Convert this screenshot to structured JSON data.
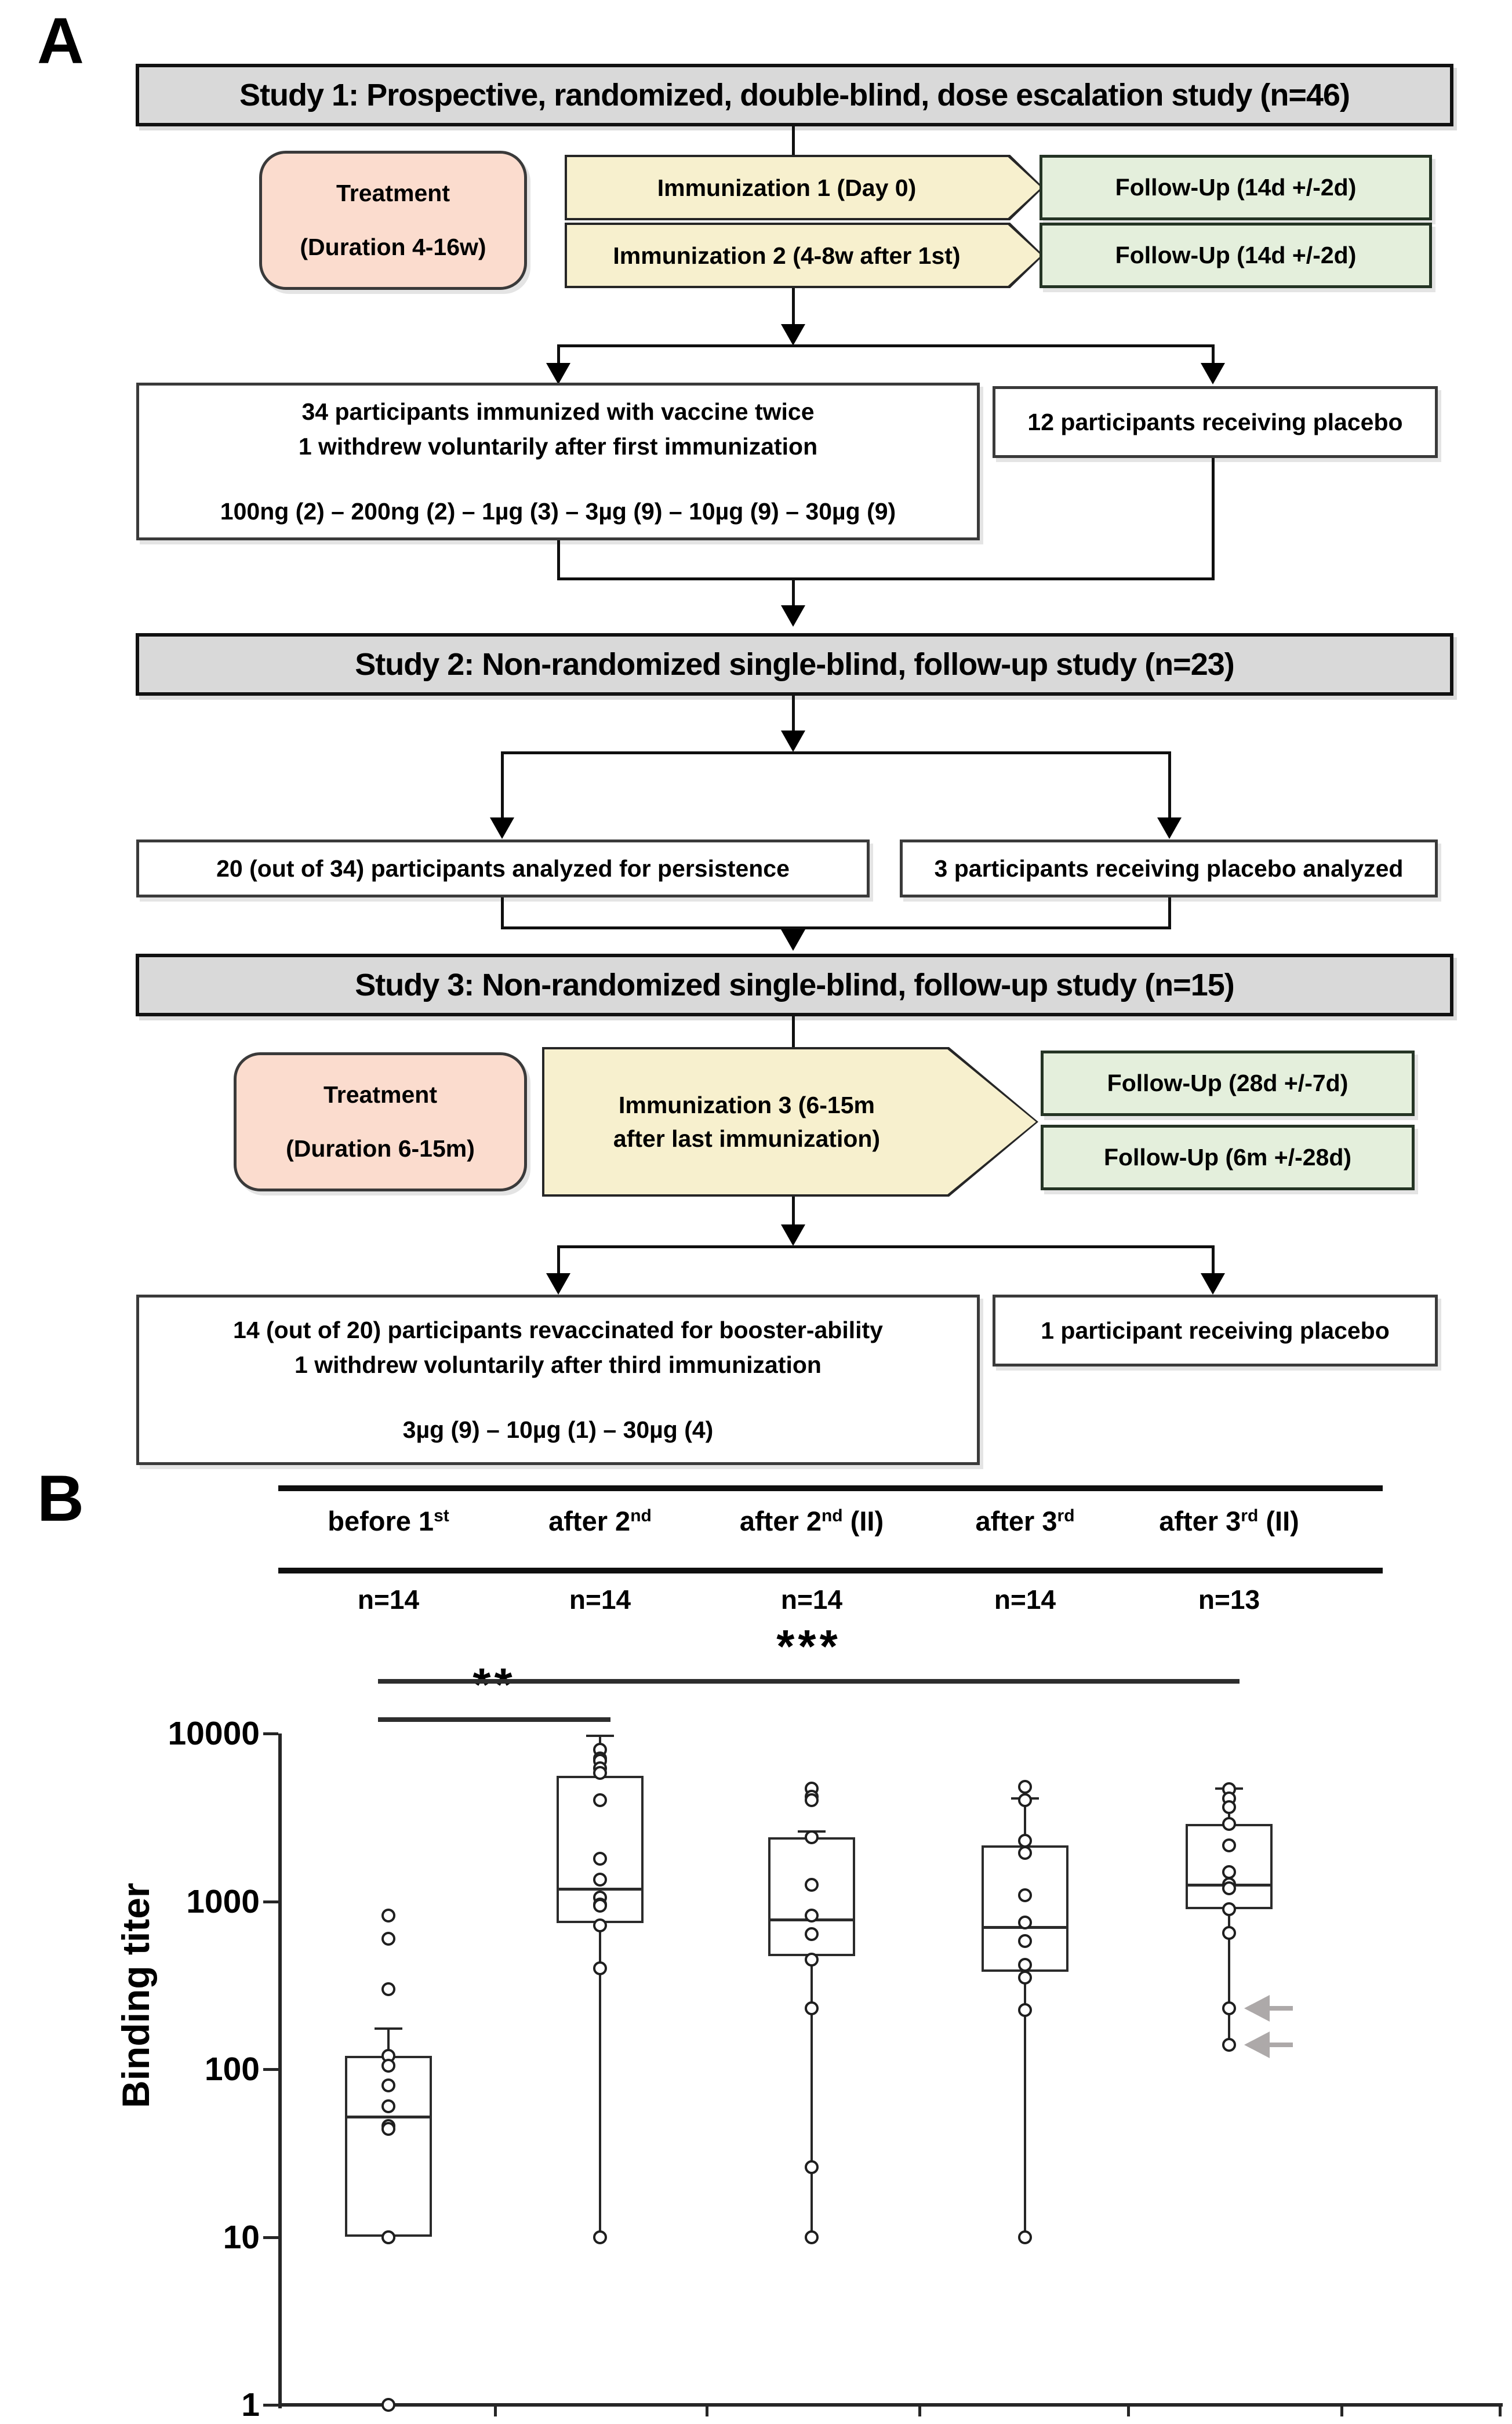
{
  "panel_a": {
    "label": "A",
    "study1": {
      "title": "Study 1: Prospective, randomized, double-blind, dose escalation study (n=46)",
      "treatment_line1": "Treatment",
      "treatment_line2": "(Duration 4-16w)",
      "immunization1": "Immunization 1 (Day 0)",
      "followup1": "Follow-Up (14d +/-2d)",
      "immunization2": "Immunization 2 (4-8w after 1st)",
      "followup2": "Follow-Up (14d +/-2d)",
      "vaccine_line1": "34 participants immunized with vaccine twice",
      "vaccine_line2": "1 withdrew voluntarily after first immunization",
      "vaccine_line3": "100ng (2) – 200ng (2) – 1µg (3) – 3µg (9) – 10µg (9) – 30µg (9)",
      "placebo": "12 participants receiving placebo"
    },
    "study2": {
      "title": "Study 2: Non-randomized single-blind, follow-up study (n=23)",
      "left": "20 (out of 34) participants analyzed for persistence",
      "right": "3 participants receiving placebo analyzed"
    },
    "study3": {
      "title": "Study 3: Non-randomized single-blind, follow-up study (n=15)",
      "treatment_line1": "Treatment",
      "treatment_line2": "(Duration 6-15m)",
      "immunization3_line1": "Immunization 3  (6-15m",
      "immunization3_line2": "after last immunization)",
      "followup1": "Follow-Up (28d +/-7d)",
      "followup2": "Follow-Up (6m +/-28d)",
      "vaccine_line1": "14 (out of 20) participants revaccinated for booster-ability",
      "vaccine_line2": "1 withdrew voluntarily after third immunization",
      "vaccine_line3": "3µg (9) – 10µg (1) – 30µg (4)",
      "placebo": "1 participant receiving placebo"
    }
  },
  "panel_b": {
    "label": "B",
    "columns": [
      {
        "pre": "before 1",
        "sup": "st",
        "post": "",
        "n": "n=14"
      },
      {
        "pre": "after 2",
        "sup": "nd",
        "post": "",
        "n": "n=14"
      },
      {
        "pre": "after 2",
        "sup": "nd",
        "post": " (II)",
        "n": "n=14"
      },
      {
        "pre": "after 3",
        "sup": "rd",
        "post": "",
        "n": "n=14"
      },
      {
        "pre": "after 3",
        "sup": "rd",
        "post": " (II)",
        "n": "n=13"
      }
    ]
  },
  "chart_data": {
    "type": "box",
    "title": "",
    "xlabel": "",
    "ylabel": "Binding titer",
    "yscale": "log",
    "ylim": [
      1,
      10000
    ],
    "yticks": [
      10000,
      1000,
      100,
      10,
      1
    ],
    "grid": false,
    "categories": [
      "before 1st",
      "after 2nd",
      "after 2nd (II)",
      "after 3rd",
      "after 3rd (II)"
    ],
    "group_sizes": [
      "n=14",
      "n=14",
      "n=14",
      "n=14",
      "n=13"
    ],
    "boxes": [
      {
        "whisker_low": 10,
        "q1": 10,
        "median": 52,
        "q3": 120,
        "whisker_high": 175
      },
      {
        "whisker_low": 10,
        "q1": 740,
        "median": 1190,
        "q3": 5600,
        "whisker_high": 9700
      },
      {
        "whisker_low": 10,
        "q1": 470,
        "median": 780,
        "q3": 2400,
        "whisker_high": 2600
      },
      {
        "whisker_low": 10,
        "q1": 380,
        "median": 700,
        "q3": 2150,
        "whisker_high": 4100
      },
      {
        "whisker_low": 140,
        "q1": 900,
        "median": 1250,
        "q3": 2900,
        "whisker_high": 4700
      }
    ],
    "points": [
      [
        820,
        600,
        300,
        120,
        105,
        80,
        60,
        46,
        44,
        10,
        10,
        1
      ],
      [
        8000,
        7100,
        6900,
        6200,
        5800,
        4000,
        1800,
        1350,
        1050,
        960,
        940,
        720,
        400,
        10
      ],
      [
        4700,
        4200,
        4000,
        2400,
        1250,
        820,
        640,
        450,
        230,
        26,
        10
      ],
      [
        4800,
        4000,
        2300,
        1950,
        1090,
        750,
        580,
        420,
        350,
        225,
        10
      ],
      [
        4650,
        4100,
        3650,
        2900,
        2150,
        1500,
        1260,
        1200,
        900,
        650,
        230,
        140
      ]
    ],
    "significance": [
      {
        "label": "**",
        "from": 0,
        "to": 1
      },
      {
        "label": "***",
        "from": 0,
        "to": 4
      }
    ],
    "arrows": [
      {
        "category": 4,
        "value": 230
      },
      {
        "category": 4,
        "value": 140
      }
    ]
  },
  "colors": {
    "header_fill": "#d9d9d9",
    "pink_fill": "#fbdcce",
    "yellow_fill": "#f7f0ce",
    "green_fill": "#e4efdc",
    "box_stroke": "#3a3a3a",
    "plot_stroke": "#262626",
    "annotation_arrow_gray": "#ada9a9"
  }
}
